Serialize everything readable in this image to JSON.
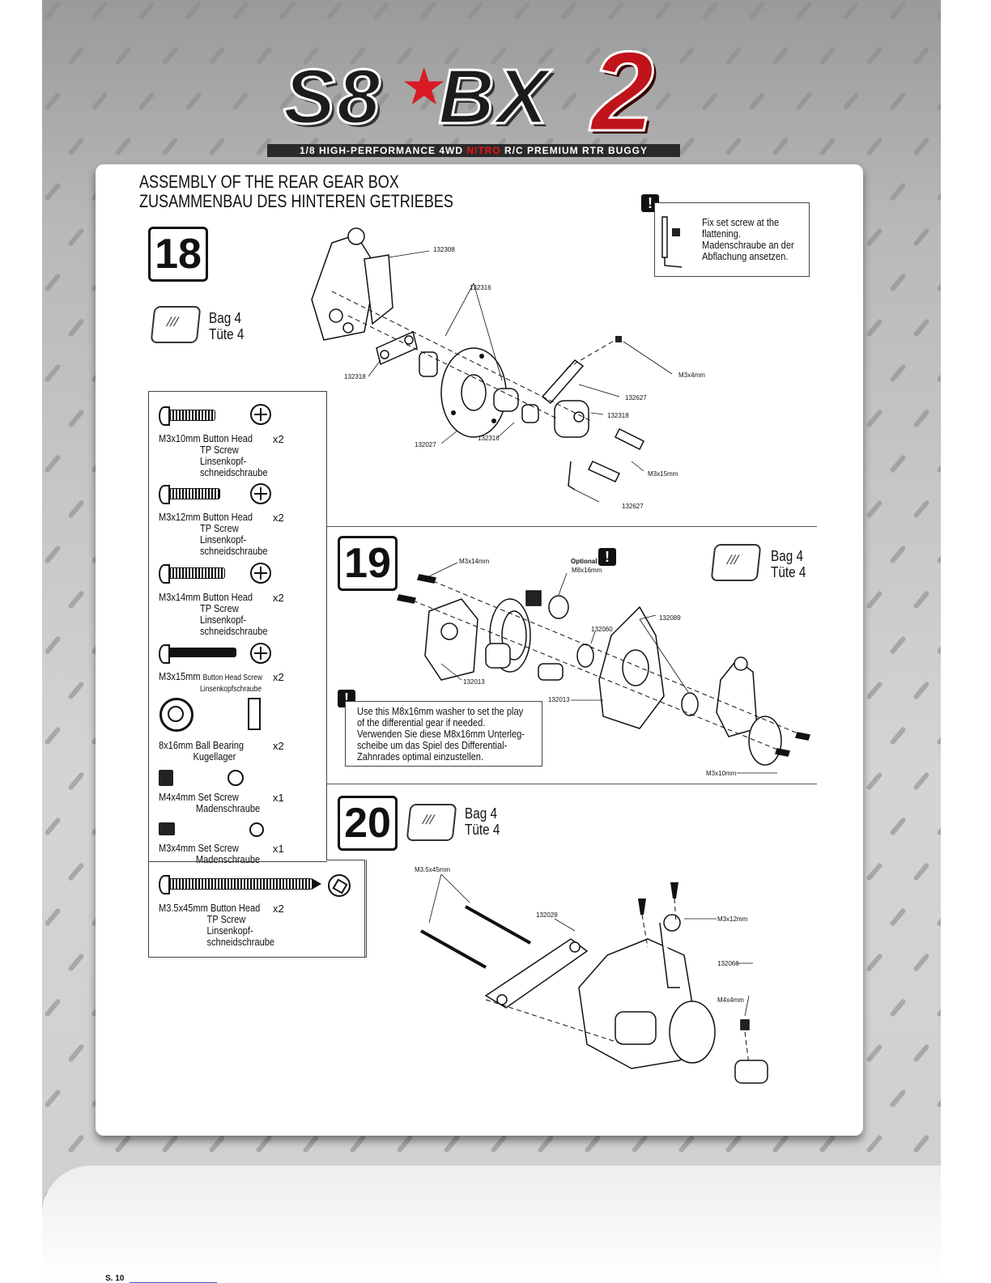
{
  "header": {
    "logo_text": "S8",
    "logo_text2": "BX",
    "logo_number": "2",
    "tagline_pre": "1/8 HIGH-PERFORMANCE 4WD",
    "tagline_red": "NITRO",
    "tagline_post": "R/C PREMIUM RTR BUGGY"
  },
  "titles": {
    "en": "ASSEMBLY OF THE REAR GEAR BOX",
    "de": "ZUSAMMENBAU DES HINTEREN GETRIEBES"
  },
  "step18": {
    "number": "18",
    "bag_line1": "Bag 4",
    "bag_line2": "Tüte 4",
    "note_line1": "Fix set screw at the",
    "note_line2": "flattening.",
    "note_line3": "Madenschraube an der",
    "note_line4": "Abflachung ansetzen.",
    "parts": {
      "p1": "132308",
      "p2": "132316",
      "p3": "132318",
      "p4": "M3x4mm",
      "p5": "132627",
      "p6": "132318",
      "p7": "132027",
      "p8": "132316",
      "p9": "M3x15mm",
      "p10": "132627"
    }
  },
  "hardware": [
    {
      "l1": "M3x10mm Button Head",
      "qty": "x2",
      "l2": "TP Screw",
      "l3": "Linsenkopf-",
      "l4": "schneidschraube"
    },
    {
      "l1": "M3x12mm Button Head",
      "qty": "x2",
      "l2": "TP Screw",
      "l3": "Linsenkopf-",
      "l4": "schneidschraube"
    },
    {
      "l1": "M3x14mm Button Head",
      "qty": "x2",
      "l2": "TP Screw",
      "l3": "Linsenkopf-",
      "l4": "schneidschraube"
    },
    {
      "l1": "M3x15mm",
      "l1b": "Button Head Screw",
      "qty": "x2",
      "l2": "Linsenkopfschraube"
    },
    {
      "l1": "8x16mm Ball Bearing",
      "qty": "x2",
      "l2": "Kugellager"
    },
    {
      "l1": "M4x4mm Set Screw",
      "qty": "x1",
      "l2": "Madenschraube"
    },
    {
      "l1": "M3x4mm Set Screw",
      "qty": "x1",
      "l2": "Madenschraube"
    },
    {
      "l1": "M3.5x45mm Button Head",
      "qty": "x2",
      "l2": "TP Screw",
      "l3": "Linsenkopf-",
      "l4": "schneidschraube"
    }
  ],
  "step19": {
    "number": "19",
    "bag_line1": "Bag 4",
    "bag_line2": "Tüte 4",
    "optional": "Optional",
    "note_line1": "Use this M8x16mm washer to set the play",
    "note_line2": "of the differential gear if needed.",
    "note_line3": "Verwenden Sie diese M8x16mm Unterleg-",
    "note_line4": "scheibe um das Spiel des Differential-",
    "note_line5": "Zahnrades optimal einzustellen.",
    "parts": {
      "p1": "M3x14mm",
      "p2": "M8x16mm",
      "p3": "132089",
      "p4": "132060",
      "p5": "132013",
      "p6": "132013",
      "p7": "M3x10mm"
    }
  },
  "step20": {
    "number": "20",
    "bag_line1": "Bag 4",
    "bag_line2": "Tüte 4",
    "parts": {
      "p1": "M3.5x45mm",
      "p2": "132029",
      "p3": "M3x12mm",
      "p4": "132066",
      "p5": "M4x4mm"
    }
  },
  "footer": {
    "page": "S. 10"
  }
}
